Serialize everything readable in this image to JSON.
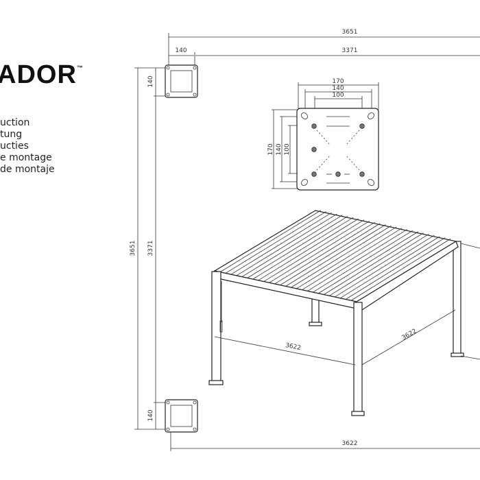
{
  "logo": {
    "text": "ADOR",
    "trademark": "™"
  },
  "languages": [
    "uction",
    "tung",
    "ucties",
    "e montage",
    "de montaje"
  ],
  "dimensions": {
    "overall_width_top": "3651",
    "post_centers_top": "3371",
    "plate_width_top": "140",
    "overall_depth_left": "3651",
    "post_centers_left": "3371",
    "plate_top_left": "140",
    "plate_bottom_left": "140",
    "bottom_width": "3622",
    "pergola_front": "3622",
    "pergola_side": "3622"
  },
  "base_plate_detail": {
    "width_outer": "170",
    "width_mid": "140",
    "width_inner": "100",
    "height_outer": "170",
    "height_mid": "140",
    "height_inner": "100"
  },
  "colors": {
    "line": "#333333",
    "text": "#222222"
  }
}
